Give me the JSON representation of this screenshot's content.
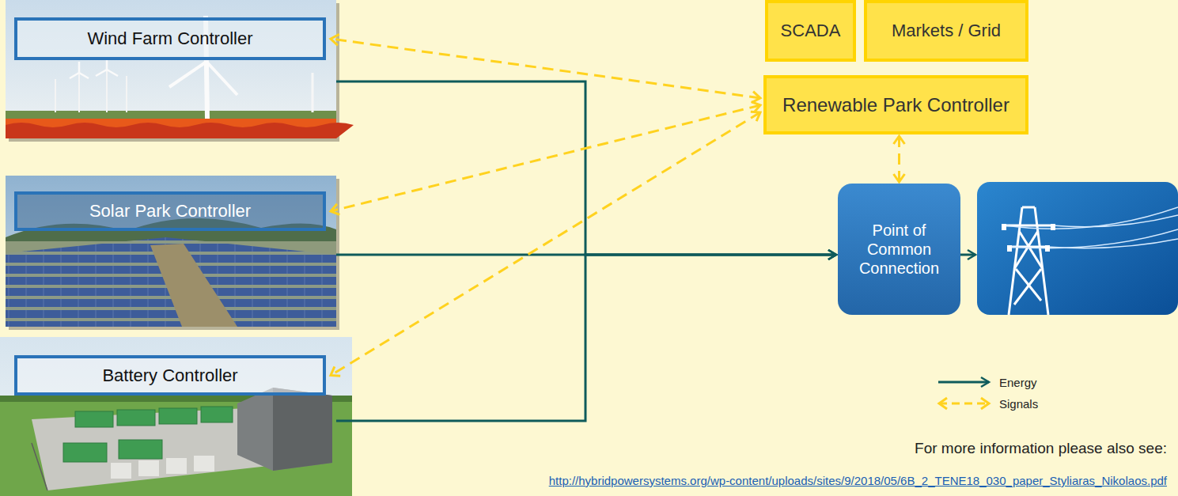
{
  "diagram": {
    "nodes": [
      {
        "text": [
          "Wind Farm Controller"
        ]
      },
      {
        "text": [
          "Solar Park Controller"
        ]
      },
      {
        "text": [
          "Battery Controller"
        ]
      },
      {
        "text": [
          "SCADA"
        ]
      },
      {
        "text": [
          "Markets / Grid"
        ]
      },
      {
        "text": [
          "Renewable Park Controller"
        ]
      },
      {
        "text": [
          "Point of Common Connection"
        ]
      }
    ],
    "edges": [
      {
        "from": 0,
        "to": 6,
        "arrow": "to"
      },
      {
        "from": 1,
        "to": 6,
        "arrow": "to"
      },
      {
        "from": 2,
        "to": 6,
        "arrow": "to"
      },
      {
        "from": 5,
        "to": 0,
        "arrow": "both"
      },
      {
        "from": 5,
        "to": 1,
        "arrow": "both"
      },
      {
        "from": 5,
        "to": 2,
        "arrow": "both"
      },
      {
        "from": 5,
        "to": 6,
        "arrow": "both"
      }
    ],
    "labels": [
      "For more information please also see:",
      "http://hybridpowersystems.org/wp-content/uploads/sites/9/2018/05/6B_2_TENE18_030_paper_Styliaras_Nikolaos.pdf"
    ],
    "legend": [
      {
        "text": "Energy"
      },
      {
        "text": "Signals"
      }
    ]
  }
}
